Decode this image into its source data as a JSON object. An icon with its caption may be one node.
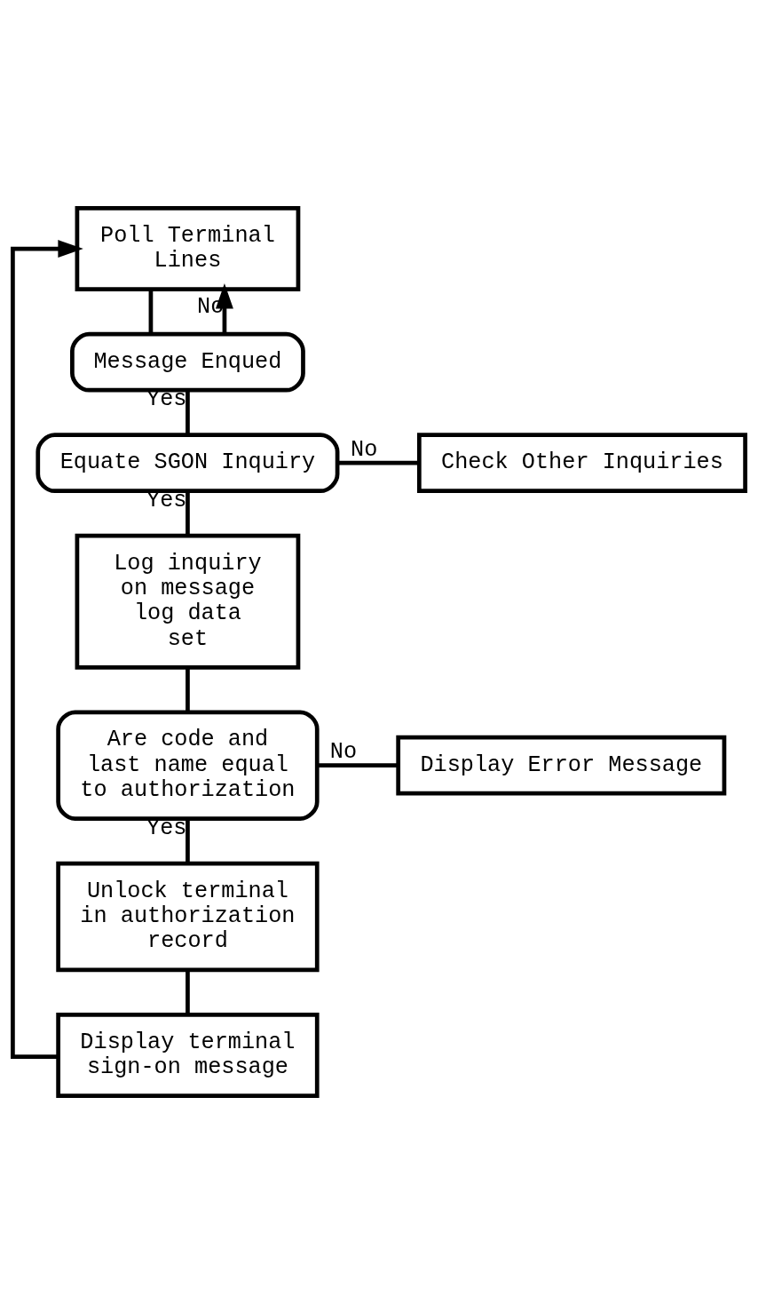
{
  "diagram": {
    "nodes": [
      {
        "text": [
          "Poll Terminal Lines"
        ]
      },
      {
        "text": [
          "Message Enqued"
        ]
      },
      {
        "text": [
          "Equate SGON Inquiry"
        ]
      },
      {
        "text": [
          "Check Other Inquiries"
        ]
      },
      {
        "text": [
          "Log inquiry on message log data set"
        ]
      },
      {
        "text": [
          "Are code and last name equal to authorization"
        ]
      },
      {
        "text": [
          "Display Error Message"
        ]
      },
      {
        "text": [
          "Unlock terminal in authorization record"
        ]
      },
      {
        "text": [
          "Display terminal sign-on message"
        ]
      }
    ],
    "edges": [
      {
        "from": 0,
        "to": 1,
        "arrow": "none"
      },
      {
        "from": 1,
        "to": 0,
        "arrow": "to",
        "label": "No"
      },
      {
        "from": 1,
        "to": 2,
        "arrow": "none",
        "label": "Yes"
      },
      {
        "from": 2,
        "to": 3,
        "arrow": "none",
        "label": "No"
      },
      {
        "from": 2,
        "to": 4,
        "arrow": "none",
        "label": "Yes"
      },
      {
        "from": 4,
        "to": 5,
        "arrow": "none"
      },
      {
        "from": 5,
        "to": 6,
        "arrow": "none",
        "label": "No"
      },
      {
        "from": 5,
        "to": 7,
        "arrow": "none",
        "label": "Yes"
      },
      {
        "from": 7,
        "to": 8,
        "arrow": "none"
      },
      {
        "from": 8,
        "to": 0,
        "arrow": "to"
      }
    ]
  }
}
